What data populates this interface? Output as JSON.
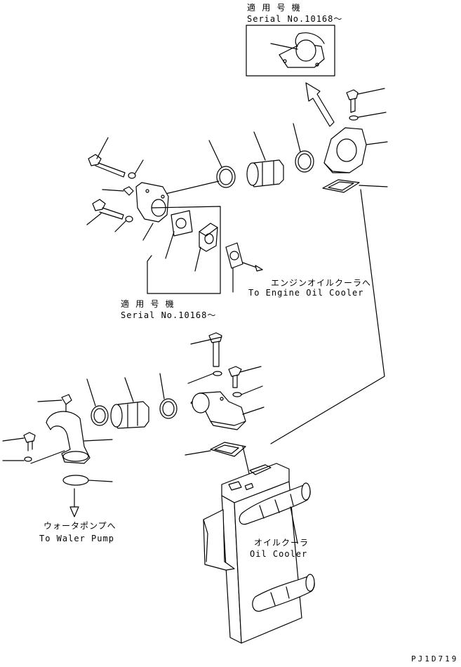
{
  "inset_top": {
    "applicable_label": "適 用 号 機",
    "serial_label": "Serial No.10168～"
  },
  "inset_middle": {
    "applicable_label": "適 用 号 機",
    "serial_label": "Serial No.10168～"
  },
  "engine_oil_cooler": {
    "jp": "エンジンオイルクーラへ",
    "en": "To Engine Oil Cooler"
  },
  "water_pump": {
    "jp": "ウォータポンプへ",
    "en": "To Waler Pump"
  },
  "oil_cooler": {
    "jp": "オイルクーラ",
    "en": "Oil Cooler"
  },
  "drawing_number": "PJ1D719"
}
